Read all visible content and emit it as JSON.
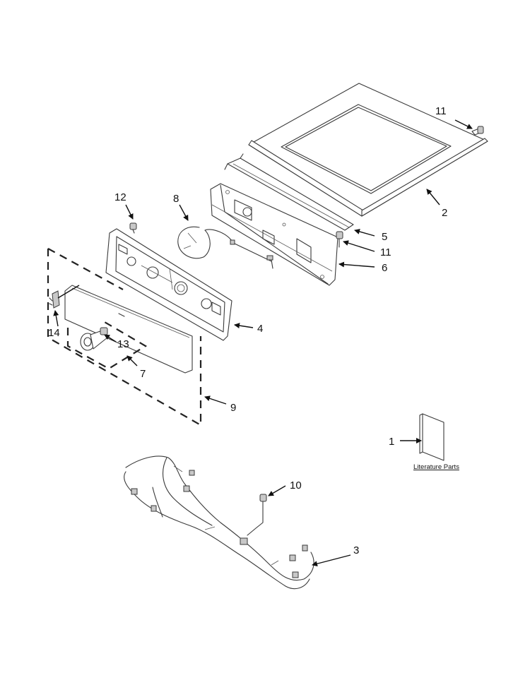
{
  "callouts": {
    "c1": "1",
    "c2": "2",
    "c3": "3",
    "c4": "4",
    "c5": "5",
    "c6": "6",
    "c7": "7",
    "c8": "8",
    "c9": "9",
    "c10": "10",
    "c11_top": "11",
    "c11_mid": "11",
    "c12": "12",
    "c13": "13",
    "c14": "14"
  },
  "literature_label": "Literature Parts"
}
